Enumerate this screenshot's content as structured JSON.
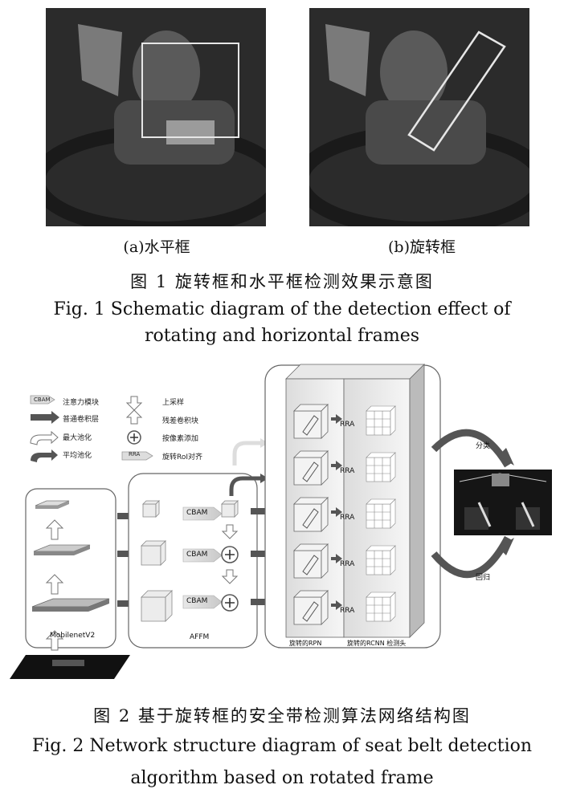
{
  "figure1": {
    "panel_a_label": "(a)水平框",
    "panel_b_label": "(b)旋转框",
    "caption_zh": "图 1   旋转框和水平框检测效果示意图",
    "caption_en_line1": "Fig. 1 Schematic diagram of the detection effect of",
    "caption_en_line2": "rotating and horizontal frames"
  },
  "figure2": {
    "legend": [
      {
        "symbol": "CBAM",
        "label": "注意力模块"
      },
      {
        "symbol": "",
        "label": "普通卷积层"
      },
      {
        "symbol": "",
        "label": "最大池化"
      },
      {
        "symbol": "",
        "label": "平均池化"
      },
      {
        "symbol": "",
        "label": "上采样"
      },
      {
        "symbol": "",
        "label": "残差卷积块"
      },
      {
        "symbol": "+",
        "label": "按像素添加"
      },
      {
        "symbol": "RRA",
        "label": "旋转RoI对齐"
      }
    ],
    "backbone_label": "MobilenetV2",
    "affm_label": "AFFM",
    "cbam_label": "CBAM",
    "rra_label": "RRA",
    "rpn_label": "旋转的RPN",
    "rcnn_label": "旋转的RCNN 检测头",
    "cls_label": "分类",
    "reg_label": "回归",
    "caption_zh": "图 2   基于旋转框的安全带检测算法网络结构图",
    "caption_en_line1": "Fig. 2 Network structure diagram of seat belt detection",
    "caption_en_line2": "algorithm based on rotated frame"
  }
}
